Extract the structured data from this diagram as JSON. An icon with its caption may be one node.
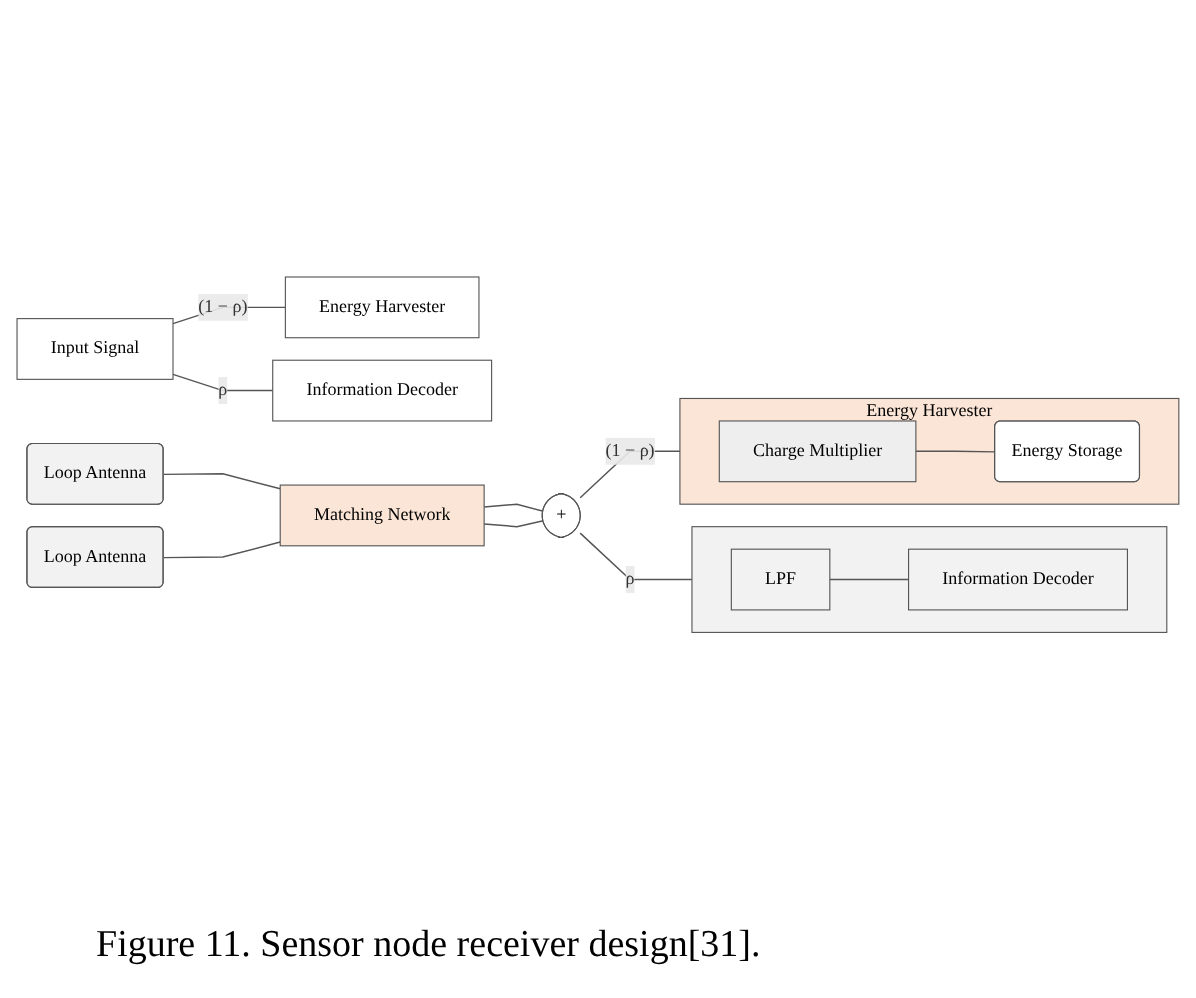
{
  "diagram": {
    "caption": "Figure 11. Sensor node receiver design[31].",
    "nodes": [
      {
        "text": [
          "Input Signal"
        ]
      },
      {
        "text": [
          "Energy Harvester"
        ]
      },
      {
        "text": [
          "Information Decoder"
        ]
      },
      {
        "text": [
          "Loop Antenna"
        ]
      },
      {
        "text": [
          "Loop Antenna"
        ]
      },
      {
        "text": [
          "Matching Network"
        ]
      },
      {
        "text": [
          "+"
        ]
      },
      {
        "text": [
          "Energy Harvester"
        ]
      },
      {
        "text": [
          "Charge Multiplier"
        ],
        "in": 7
      },
      {
        "text": [
          "Energy Storage"
        ],
        "in": 7
      },
      {
        "text": [],
        "shape": "box"
      },
      {
        "text": [
          "LPF"
        ],
        "in": 10
      },
      {
        "text": [
          "Information Decoder"
        ],
        "in": 10
      }
    ],
    "edges": [
      {
        "from": 0,
        "to": 1,
        "arrow": "none",
        "label": "(1 − ρ)"
      },
      {
        "from": 0,
        "to": 2,
        "arrow": "none",
        "label": "ρ"
      },
      {
        "from": 3,
        "to": 5,
        "arrow": "none"
      },
      {
        "from": 4,
        "to": 5,
        "arrow": "none"
      },
      {
        "from": 5,
        "to": 6,
        "arrow": "none"
      },
      {
        "from": 5,
        "to": 6,
        "arrow": "none"
      },
      {
        "from": 6,
        "to": 7,
        "arrow": "none",
        "label": "(1 − ρ)"
      },
      {
        "from": 6,
        "to": 10,
        "arrow": "none",
        "label": "ρ"
      },
      {
        "from": 8,
        "to": 9,
        "arrow": "none"
      },
      {
        "from": 11,
        "to": 12,
        "arrow": "none"
      }
    ]
  }
}
